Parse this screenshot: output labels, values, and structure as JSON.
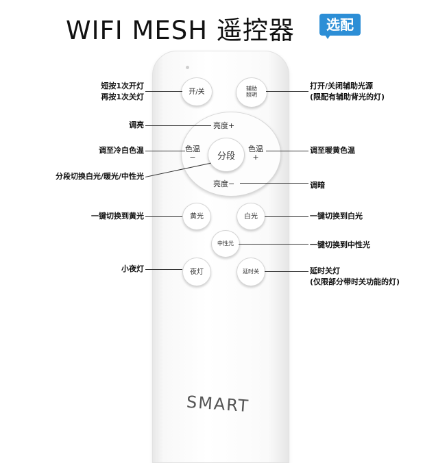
{
  "title": "WIFI  MESH  遥控器",
  "badge": "选配",
  "remote": {
    "power": "开/关",
    "aux": [
      "辅助",
      "照明"
    ],
    "brightness_up": "亮度+",
    "brightness_down": "亮度−",
    "color_cool": [
      "色温",
      "−"
    ],
    "color_warm": [
      "色温",
      "+"
    ],
    "segment": "分段",
    "yellow": "黄光",
    "white": "白光",
    "neutral": "中性光",
    "night": "夜灯",
    "delay_off": "延时关",
    "brand": "SMART"
  },
  "labels": {
    "power": [
      "短按1次开灯",
      "再按1次关灯"
    ],
    "aux": [
      "打开/关闭辅助光源",
      "(限配有辅助背光的灯)"
    ],
    "brightness_up": "调亮",
    "cool": "调至冷白色温",
    "warm": "调至暖黄色温",
    "segment": "分段切换白光/暖光/中性光",
    "brightness_down": "调暗",
    "yellow": "一键切换到黄光",
    "white": "一键切换到白光",
    "neutral": "一键切换到中性光",
    "night": "小夜灯",
    "delay_off": [
      "延时关灯",
      "(仅限部分带时关功能的灯)"
    ]
  }
}
